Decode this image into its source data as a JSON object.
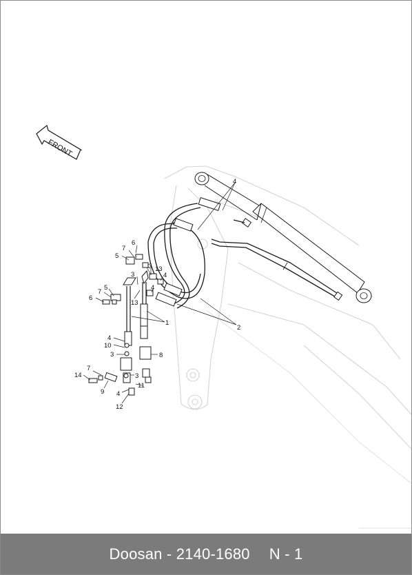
{
  "diagram": {
    "direction_label": "FRONT",
    "callouts": [
      {
        "id": "c4-top",
        "text": "4"
      },
      {
        "id": "c6-top",
        "text": "6"
      },
      {
        "id": "c7-top",
        "text": "7"
      },
      {
        "id": "c5-top",
        "text": "5"
      },
      {
        "id": "c3-a",
        "text": "3"
      },
      {
        "id": "c13-a",
        "text": "13"
      },
      {
        "id": "c4-a",
        "text": "4"
      },
      {
        "id": "c3-b",
        "text": "3"
      },
      {
        "id": "c4-b",
        "text": "4"
      },
      {
        "id": "c7-mid",
        "text": "7"
      },
      {
        "id": "c5-mid",
        "text": "5"
      },
      {
        "id": "c6-mid",
        "text": "6"
      },
      {
        "id": "c13-b",
        "text": "13"
      },
      {
        "id": "c1",
        "text": "1"
      },
      {
        "id": "c2",
        "text": "2"
      },
      {
        "id": "c4-c",
        "text": "4"
      },
      {
        "id": "c10",
        "text": "10"
      },
      {
        "id": "c3-c",
        "text": "3"
      },
      {
        "id": "c8",
        "text": "8"
      },
      {
        "id": "c7-low",
        "text": "7"
      },
      {
        "id": "c14",
        "text": "14"
      },
      {
        "id": "c3-d",
        "text": "3"
      },
      {
        "id": "c11",
        "text": "11"
      },
      {
        "id": "c9",
        "text": "9"
      },
      {
        "id": "c4-d",
        "text": "4"
      },
      {
        "id": "c12",
        "text": "12"
      }
    ]
  },
  "footer": {
    "brand": "Doosan",
    "separator": "-",
    "part_number": "2140-1680",
    "page": "N - 1"
  }
}
